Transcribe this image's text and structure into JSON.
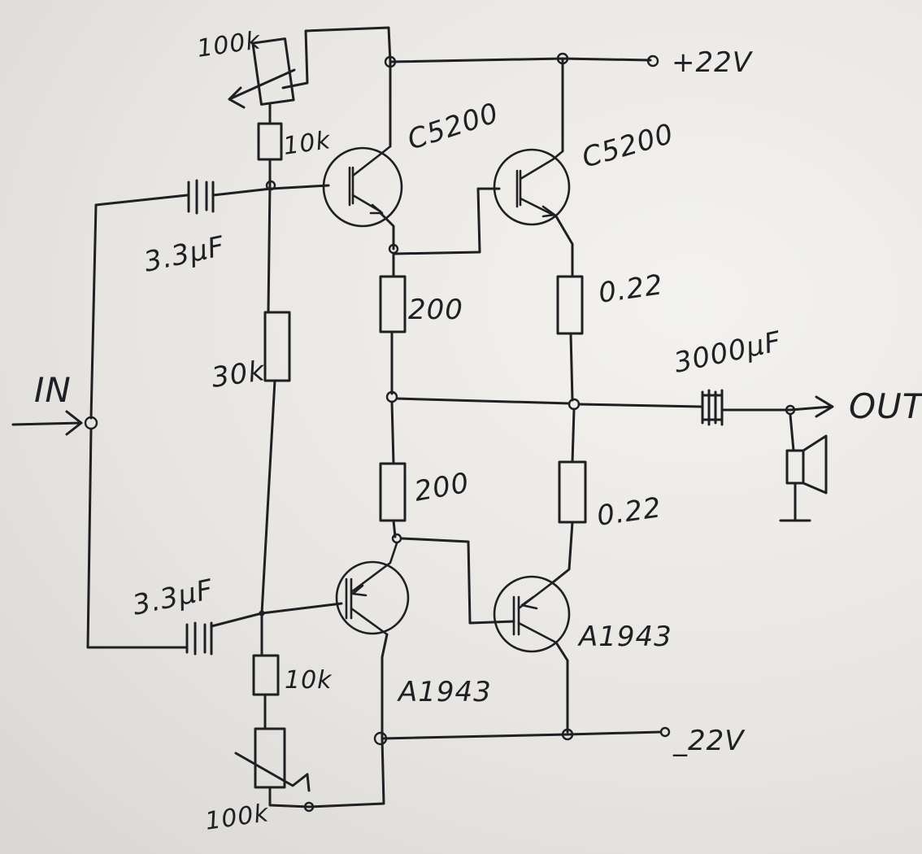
{
  "schematic": {
    "power": {
      "positive": "+22V",
      "negative": "_22V"
    },
    "io": {
      "input": "IN",
      "output": "OUT"
    },
    "transistors": {
      "q1": "C5200",
      "q2": "C5200",
      "q3": "A1943",
      "q4": "A1943"
    },
    "resistors": {
      "trim_top": "100k",
      "r_top": "10k",
      "r_mid": "30k",
      "r_bottom": "10k",
      "trim_bottom": "100k",
      "emitter_top": "200",
      "emitter_bottom": "200",
      "sense_top": "0.22",
      "sense_bottom": "0.22"
    },
    "capacitors": {
      "c_in_top": "3.3µF",
      "c_in_bottom": "3.3µF",
      "c_out": "3000µF"
    }
  }
}
